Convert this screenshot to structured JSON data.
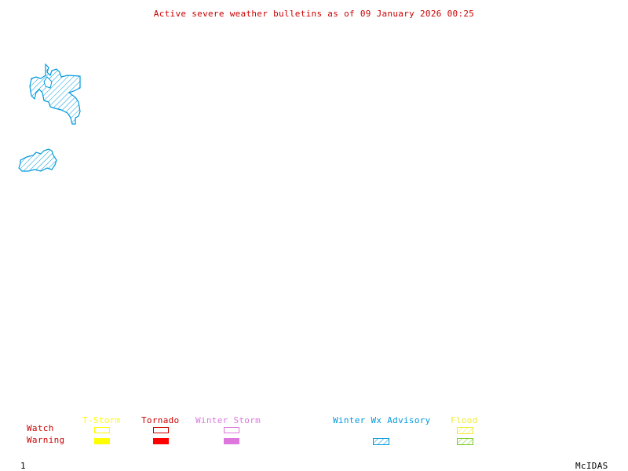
{
  "title": "Active severe weather bulletins as of 09 January 2026 00:25",
  "colors": {
    "title": "#cc0000",
    "row_label": "#cc0000",
    "tstorm": "#ffff00",
    "tornado": "#ff0000",
    "winter_storm": "#dd77dd",
    "winter_wx_advisory": "#0099dd",
    "flood_watch": "#eeee33",
    "flood_warning": "#77cc22",
    "footer": "#000000"
  },
  "map": {
    "regions": [
      {
        "name": "advisory-region-north",
        "category": "Winter Wx Advisory"
      },
      {
        "name": "advisory-region-south",
        "category": "Winter Wx Advisory"
      }
    ]
  },
  "legend": {
    "row_labels": {
      "watch": "Watch",
      "warning": "Warning"
    },
    "columns": [
      {
        "label": "T-Storm",
        "watch": "outline",
        "warning": "filled"
      },
      {
        "label": "Tornado",
        "watch": "outline",
        "warning": "filled"
      },
      {
        "label": "Winter Storm",
        "watch": "outline",
        "warning": "filled"
      },
      {
        "label": "Winter Wx Advisory",
        "watch": "none",
        "warning": "hatched"
      },
      {
        "label": "Flood",
        "watch": "hatched",
        "warning": "hatched"
      }
    ]
  },
  "footer": {
    "frame_number": "1",
    "software": "McIDAS"
  }
}
